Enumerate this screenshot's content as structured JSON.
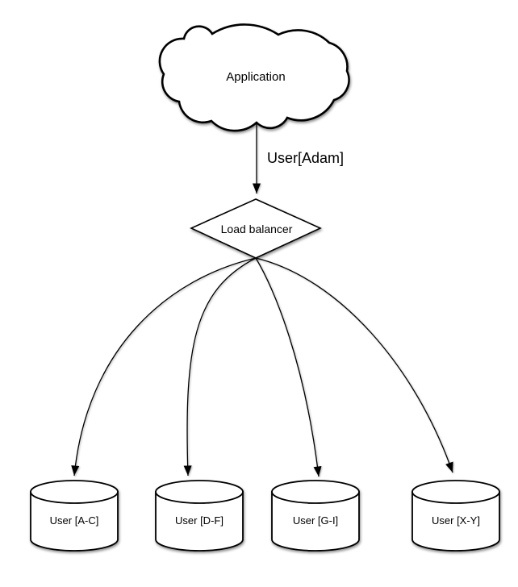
{
  "diagram": {
    "type": "sharding-architecture-flowchart",
    "background": "#ffffff",
    "stroke_color": "#000000",
    "fill_color": "#ffffff",
    "text_color": "#000000",
    "nodes": {
      "application": {
        "shape": "cloud",
        "label": "Application"
      },
      "load_balancer": {
        "shape": "diamond",
        "label": "Load balancer"
      },
      "shards": [
        {
          "shape": "cylinder",
          "label": "User [A-C]"
        },
        {
          "shape": "cylinder",
          "label": "User [D-F]"
        },
        {
          "shape": "cylinder",
          "label": "User [G-I]"
        },
        {
          "shape": "cylinder",
          "label": "User [X-Y]"
        }
      ]
    },
    "edges": [
      {
        "from": "application",
        "to": "load_balancer",
        "label": "User[Adam]"
      },
      {
        "from": "load_balancer",
        "to": "shard-0",
        "label": ""
      },
      {
        "from": "load_balancer",
        "to": "shard-1",
        "label": ""
      },
      {
        "from": "load_balancer",
        "to": "shard-2",
        "label": ""
      },
      {
        "from": "load_balancer",
        "to": "shard-3",
        "label": ""
      }
    ]
  }
}
